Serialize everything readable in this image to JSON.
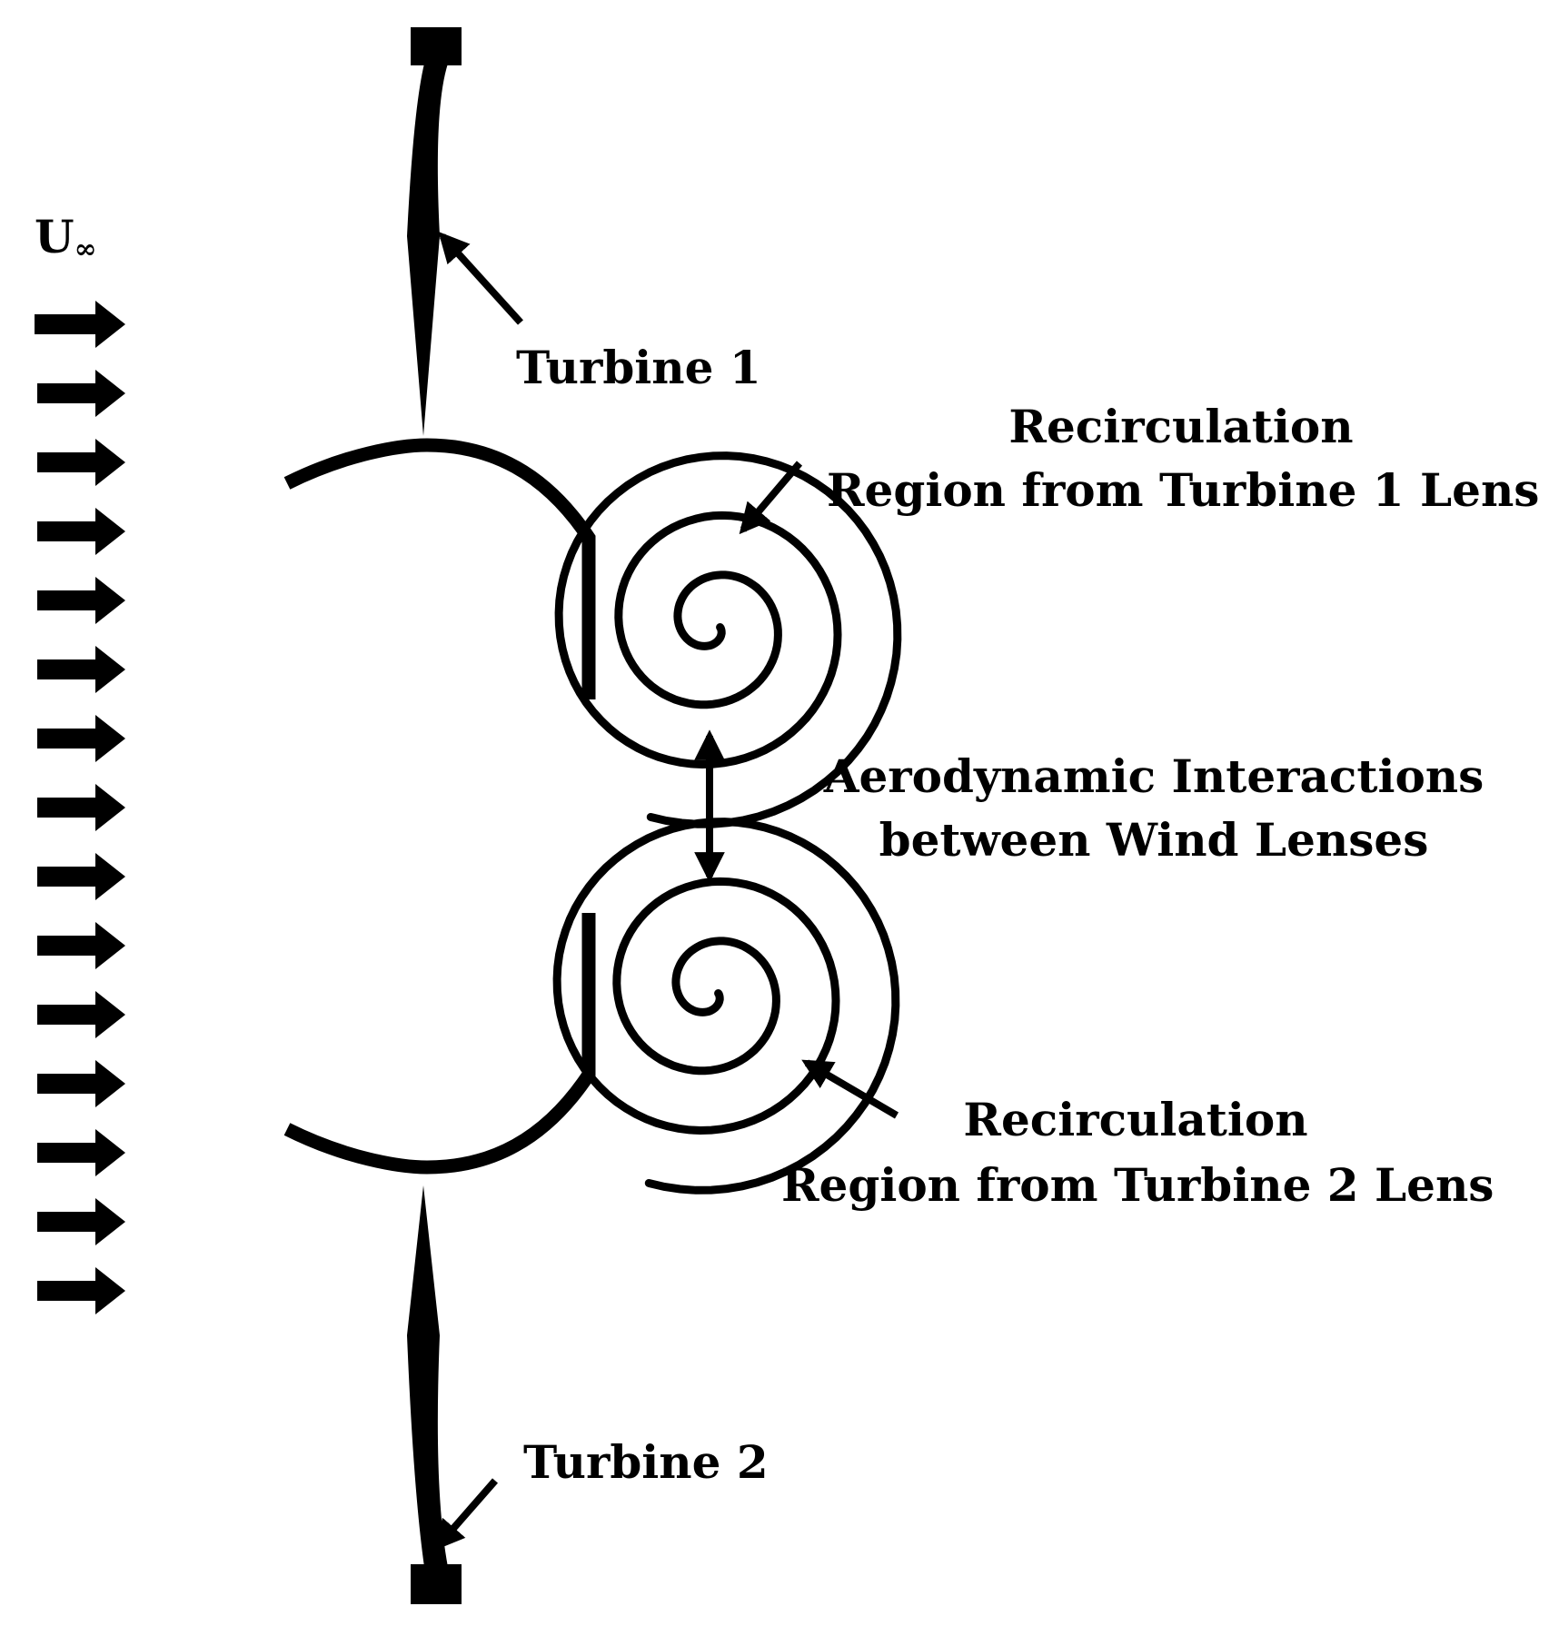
{
  "freestream": {
    "symbol": "U",
    "subscript": "∞"
  },
  "labels": {
    "turbine1": "Turbine 1",
    "turbine2": "Turbine 2",
    "recirc1_line1": "Recirculation",
    "recirc1_line2": "Region from Turbine 1 Lens",
    "interaction_line1": "Aerodynamic Interactions",
    "interaction_line2": "between Wind Lenses",
    "recirc2_line1": "Recirculation",
    "recirc2_line2": "Region from Turbine 2 Lens"
  },
  "flow_arrows": {
    "count": 15
  },
  "colors": {
    "ink": "#000000",
    "background": "#ffffff"
  }
}
